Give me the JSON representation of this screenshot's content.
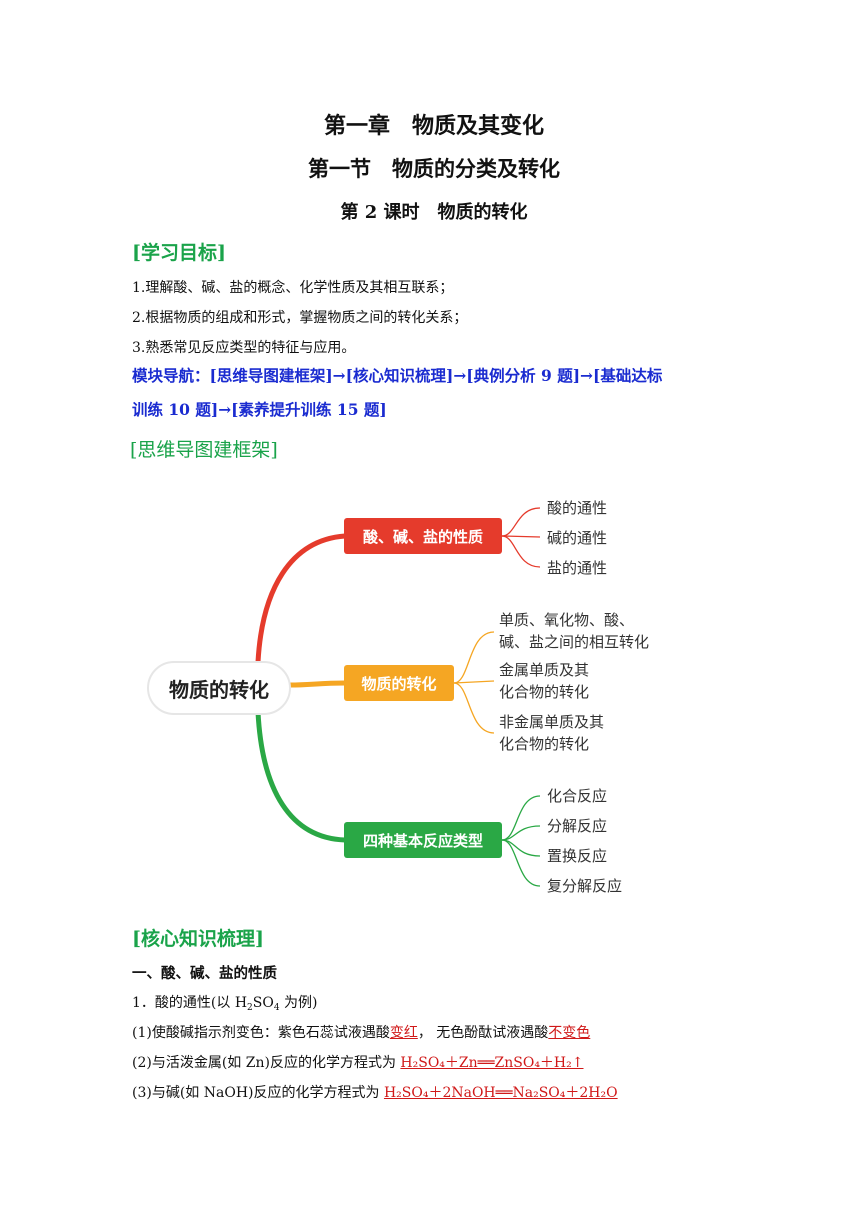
{
  "title": {
    "chapter": "第一章　物质及其变化",
    "section": "第一节　物质的分类及转化",
    "lesson": "第 2 课时　物质的转化"
  },
  "objectives": {
    "heading": "[学习目标]",
    "items": [
      "1.理解酸、碱、盐的概念、化学性质及其相互联系；",
      "2.根据物质的组成和形式，掌握物质之间的转化关系；",
      "3.熟悉常见反应类型的特征与应用。"
    ]
  },
  "navigation": {
    "line1": "模块导航：[思维导图建框架]→[核心知识梳理]→[典例分析 9 题]→[基础达标",
    "line2": "训练 10 题]→[素养提升训练 15 题]"
  },
  "mindmap": {
    "heading": "[思维导图建框架]",
    "root": "物质的转化",
    "colors": {
      "red": "#e53b2c",
      "orange": "#f5a623",
      "green": "#2aa845"
    },
    "branches": [
      {
        "label": "酸、碱、盐的性质",
        "leaves": [
          "酸的通性",
          "碱的通性",
          "盐的通性"
        ]
      },
      {
        "label": "物质的转化",
        "leaves": [
          [
            "单质、氧化物、酸、",
            "碱、盐之间的相互转化"
          ],
          [
            "金属单质及其",
            "化合物的转化"
          ],
          [
            "非金属单质及其",
            "化合物的转化"
          ]
        ]
      },
      {
        "label": "四种基本反应类型",
        "leaves": [
          "化合反应",
          "分解反应",
          "置换反应",
          "复分解反应"
        ]
      }
    ]
  },
  "core": {
    "heading": "[核心知识梳理]",
    "sub1": "一、酸、碱、盐的性质",
    "p1_prefix": "1．酸的通性(以 H",
    "p1_sub1": "2",
    "p1_mid": "SO",
    "p1_sub2": "4",
    "p1_suffix": " 为例)",
    "p2_prefix": "(1)使酸碱指示剂变色：紫色石蕊试液遇酸",
    "p2_ans1": "变红",
    "p2_mid": "，  无色酚酞试液遇酸",
    "p2_ans2": "不变色",
    "p3_prefix": "(2)与活泼金属(如 Zn)反应的化学方程式为 ",
    "p3_ans": "H₂SO₄＋Zn══ZnSO₄＋H₂↑",
    "p4_prefix": "(3)与碱(如 NaOH)反应的化学方程式为 ",
    "p4_ans": "H₂SO₄＋2NaOH══Na₂SO₄＋2H₂O"
  }
}
